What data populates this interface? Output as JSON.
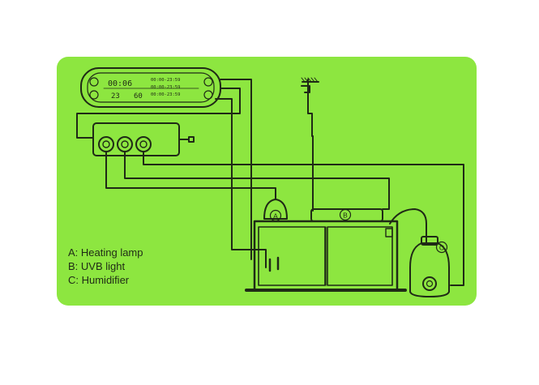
{
  "legend": {
    "a": "A: Heating lamp",
    "b": "B: UVB light",
    "c": "C: Humidifier"
  },
  "markers": {
    "a": "A",
    "b": "B",
    "c": "C"
  },
  "controller": {
    "time": "00:06",
    "temp": "23",
    "humidity": "60",
    "row1": "00:00-23:59",
    "row2": "00:00-23:59",
    "row3": "00:00-23:59"
  },
  "colors": {
    "card": "#8de640",
    "line": "#1f2a16"
  },
  "icons": [
    "controller-lcd-icon",
    "power-strip-icon",
    "outlet-icon",
    "heat-lamp-icon",
    "uvb-tube-icon",
    "humidifier-icon",
    "temperature-probe-icon",
    "terrarium-icon"
  ]
}
